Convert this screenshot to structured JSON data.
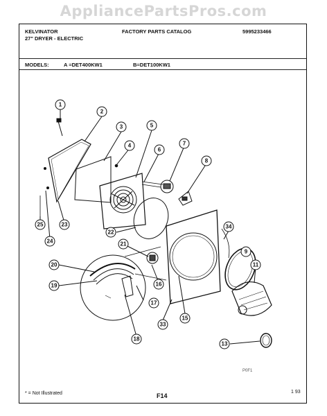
{
  "watermark": "AppliancePartsPros.com",
  "header": {
    "brand": "KELVINATOR",
    "product": "27\" DRYER - ELECTRIC",
    "catalog": "FACTORY PARTS CATALOG",
    "catalog_number": "5995233466"
  },
  "models": {
    "label": "MODELS:",
    "model_a": "A =DET400KW1",
    "model_b": "B=DET100KW1"
  },
  "callouts": [
    "1",
    "2",
    "3",
    "4",
    "5",
    "6",
    "7",
    "8",
    "9",
    "11",
    "13",
    "15",
    "16",
    "17",
    "18",
    "19",
    "20",
    "21",
    "22",
    "23",
    "24",
    "25",
    "33",
    "34"
  ],
  "footer": {
    "note": "* = Not Illustrated",
    "page": "F14",
    "date": "1 93",
    "code": "P0F1"
  }
}
